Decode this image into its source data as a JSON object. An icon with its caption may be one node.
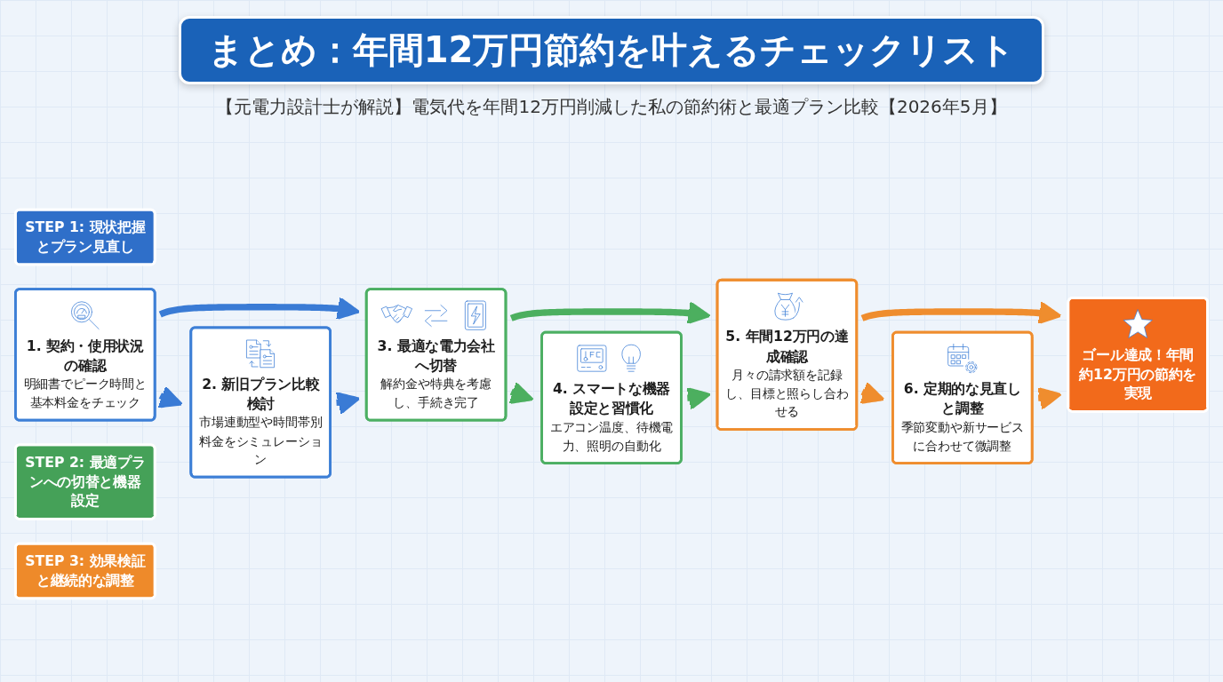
{
  "diagram": {
    "title": "まとめ：年間12万円節約を叶えるチェックリスト",
    "nodes": [
      {
        "text": [
          "STEP 1: 現状把握とプラン見直し"
        ]
      },
      {
        "text": [
          "1. 契約・使用状況の確認",
          "明細書でピーク時間と基本料金をチェック"
        ]
      },
      {
        "text": [
          "2. 新旧プラン比較検討",
          "市場連動型や時間帯別料金をシミュレーション"
        ]
      },
      {
        "text": [
          "STEP 2: 最適プランへの切替と機器設定"
        ]
      },
      {
        "text": [
          "3. 最適な電力会社へ切替",
          "解約金や特典を考慮し、手続き完了"
        ]
      },
      {
        "text": [
          "4. スマートな機器設定と習慣化",
          "エアコン温度、待機電力、照明の自動化"
        ]
      },
      {
        "text": [
          "STEP 3: 効果検証と継続的な調整"
        ]
      },
      {
        "text": [
          "5. 年間12万円の達成確認",
          "月々の請求額を記録し、目標と照らし合わせる"
        ]
      },
      {
        "text": [
          "6. 定期的な見直しと調整",
          "季節変動や新サービスに合わせて微調整"
        ]
      },
      {
        "text": [
          "ゴール達成！年間約12万円の節約を実現"
        ]
      }
    ],
    "edges": [
      {
        "from": 1,
        "to": 2,
        "arrow": "to",
        "color": "#3a7bd5"
      },
      {
        "from": 1,
        "to": 4,
        "arrow": "to",
        "color": "#3a7bd5"
      },
      {
        "from": 2,
        "to": 4,
        "arrow": "to",
        "color": "#3a7bd5"
      },
      {
        "from": 4,
        "to": 5,
        "arrow": "to",
        "color": "#4caf5f"
      },
      {
        "from": 4,
        "to": 7,
        "arrow": "to",
        "color": "#4caf5f"
      },
      {
        "from": 5,
        "to": 7,
        "arrow": "to",
        "color": "#4caf5f"
      },
      {
        "from": 7,
        "to": 8,
        "arrow": "to",
        "color": "#ef8d2e"
      },
      {
        "from": 7,
        "to": 9,
        "arrow": "to",
        "color": "#ef8d2e"
      },
      {
        "from": 8,
        "to": 9,
        "arrow": "to",
        "color": "#ef8d2e"
      }
    ],
    "labels": [
      "【元電力設計士が解説】電気代を年間12万円削減した私の節約術と最適プラン比較【2026年5月】"
    ]
  }
}
